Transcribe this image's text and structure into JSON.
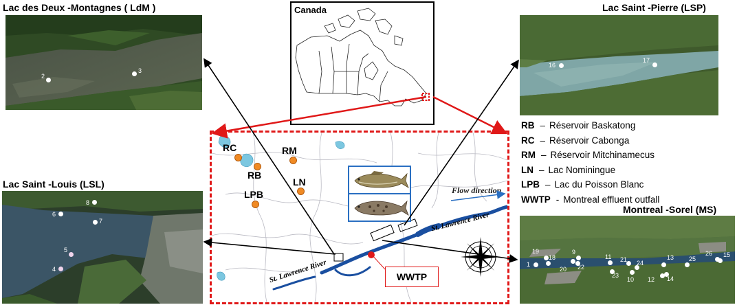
{
  "colors": {
    "lake_marker": "#f08a24",
    "study_border": "#e01818",
    "river_blue": "#1a4fa0",
    "fish_box_border": "#2a6fc2",
    "site_dot": "#ffffff"
  },
  "panels": {
    "ldm": {
      "title": "Lac des Deux  -Montagnes ( LdM  )",
      "sites": [
        {
          "label": "2"
        },
        {
          "label": "3"
        }
      ]
    },
    "lsp": {
      "title": "Lac Saint  -Pierre (LSP)",
      "sites": [
        {
          "label": "16"
        },
        {
          "label": "17"
        }
      ]
    },
    "lsl": {
      "title": "Lac Saint  -Louis (LSL)",
      "sites": [
        {
          "label": "8"
        },
        {
          "label": "6"
        },
        {
          "label": "7"
        },
        {
          "label": "5"
        },
        {
          "label": "4"
        }
      ]
    },
    "ms": {
      "title": "Montreal -Sorel (MS)",
      "sites": [
        {
          "label": "19"
        },
        {
          "label": "18"
        },
        {
          "label": "1"
        },
        {
          "label": "20"
        },
        {
          "label": "9"
        },
        {
          "label": "22"
        },
        {
          "label": "11"
        },
        {
          "label": "21"
        },
        {
          "label": "23"
        },
        {
          "label": "24"
        },
        {
          "label": "10"
        },
        {
          "label": "13"
        },
        {
          "label": "12"
        },
        {
          "label": "14"
        },
        {
          "label": "25"
        },
        {
          "label": "26"
        },
        {
          "label": "15"
        }
      ]
    }
  },
  "inset": {
    "label": "Canada"
  },
  "study_area": {
    "lakes": [
      "RC",
      "RB",
      "RM",
      "LN",
      "LPB"
    ],
    "flow_direction": "Flow direction",
    "river_label_upper": "St. Lawrence River",
    "river_label_lower": "St. Lawrence River",
    "wwtp_label": "WWTP"
  },
  "icons": {
    "compass": "compass-rose-icon",
    "fish_top": "walleye-fish-icon",
    "fish_bottom": "sauger-fish-icon"
  },
  "legend": [
    {
      "code": "RB",
      "name": "Réservoir  Baskatong"
    },
    {
      "code": "RC",
      "name": "Réservoir  Cabonga"
    },
    {
      "code": "RM",
      "name": "Réservoir  Mitchinamecus"
    },
    {
      "code": "LN",
      "name": "Lac  Nominingue"
    },
    {
      "code": "LPB",
      "name": "Lac du Poisson Blanc"
    },
    {
      "code": "WWTP",
      "name": "Montreal effluent outfall"
    }
  ]
}
